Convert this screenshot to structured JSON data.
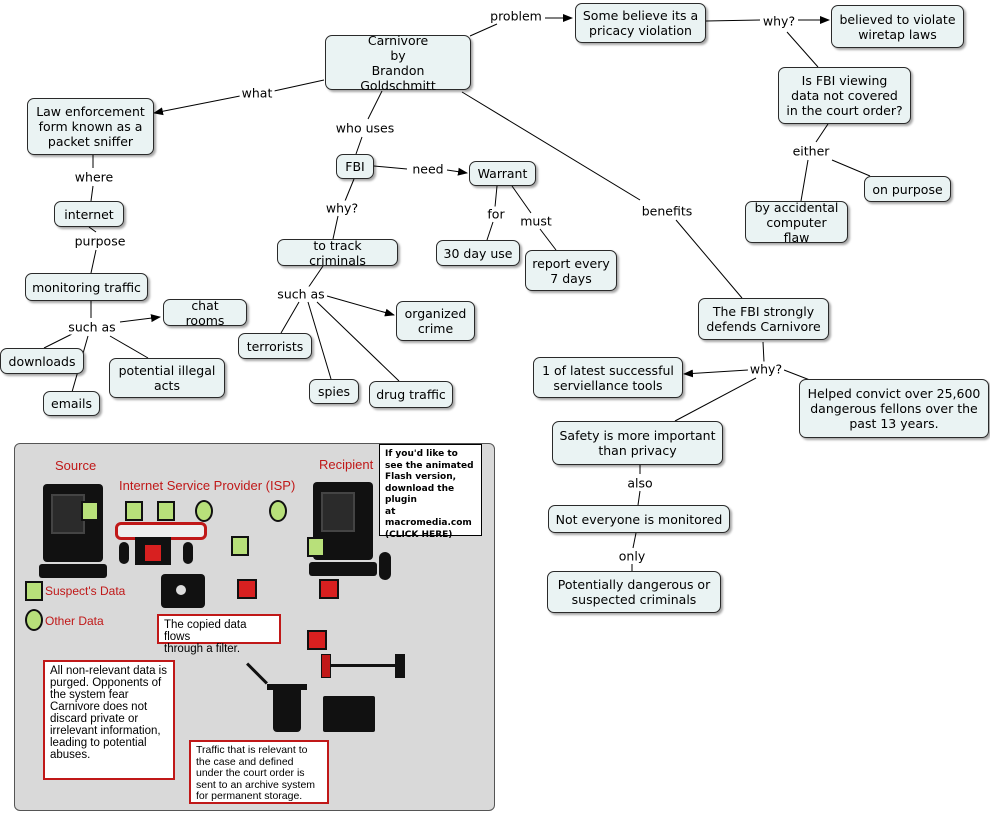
{
  "nodes": {
    "carnivore": "Carnivore\nby\nBrandon Goldschmitt",
    "privacy": "Some believe its a\npricacy violation",
    "wiretap": "believed to violate\nwiretap laws",
    "fbi_viewing": "Is FBI viewing\ndata not covered\nin the court order?",
    "on_purpose": "on purpose",
    "accidental": "by accidental\ncomputer flaw",
    "law": "Law enforcement\nform known as a\npacket sniffer",
    "internet": "internet",
    "monitoring": "monitoring traffic",
    "chat": "chat rooms",
    "downloads": "downloads",
    "emails": "emails",
    "illegal": "potential illegal\nacts",
    "fbi": "FBI",
    "warrant": "Warrant",
    "track": "to track criminals",
    "day30": "30 day use",
    "report7": "report every\n7 days",
    "organized": "organized\ncrime",
    "terrorists": "terrorists",
    "spies": "spies",
    "drug": "drug traffic",
    "defends": "The FBI strongly\ndefends Carnivore",
    "tools": "1 of latest successful\nserviellance tools",
    "convict": "Helped convict over 25,600\ndangerous fellons over the\npast 13 years.",
    "safety": "Safety is more important\nthan privacy",
    "not_everyone": "Not everyone is monitored",
    "dangerous": "Potentially dangerous or\nsuspected criminals"
  },
  "labels": {
    "problem": "problem",
    "why1": "why?",
    "either": "either",
    "what": "what",
    "who_uses": "who uses",
    "where": "where",
    "purpose": "purpose",
    "such_as1": "such as",
    "need": "need",
    "why2": "why?",
    "for": "for",
    "must": "must",
    "such_as2": "such as",
    "benefits": "benefits",
    "why3": "why?",
    "also": "also",
    "only": "only"
  },
  "illustration": {
    "source": "Source",
    "isp": "Internet Service Provider (ISP)",
    "recipient": "Recipient",
    "info": "If you'd like to\nsee the animated\nFlash version,\ndownload the plugin\nat macromedia.com\n(CLICK HERE)",
    "legend_suspect": "Suspect's Data",
    "legend_other": "Other Data",
    "callout_filter": "The copied data flows\nthrough a filter.",
    "callout_purged": "All non-relevant data is\npurged. Opponents of\nthe system fear\nCarnivore does not\ndiscard private or\nirrelevant information,\nleading to potential\nabuses.",
    "callout_archive": "Traffic that is relevant to\nthe case and defined\nunder the court order is\nsent to an archive system\nfor permanent storage."
  },
  "colors": {
    "node_fill": "#eaf3f3",
    "accent_red": "#c01818",
    "data_green": "#b8e07a"
  }
}
